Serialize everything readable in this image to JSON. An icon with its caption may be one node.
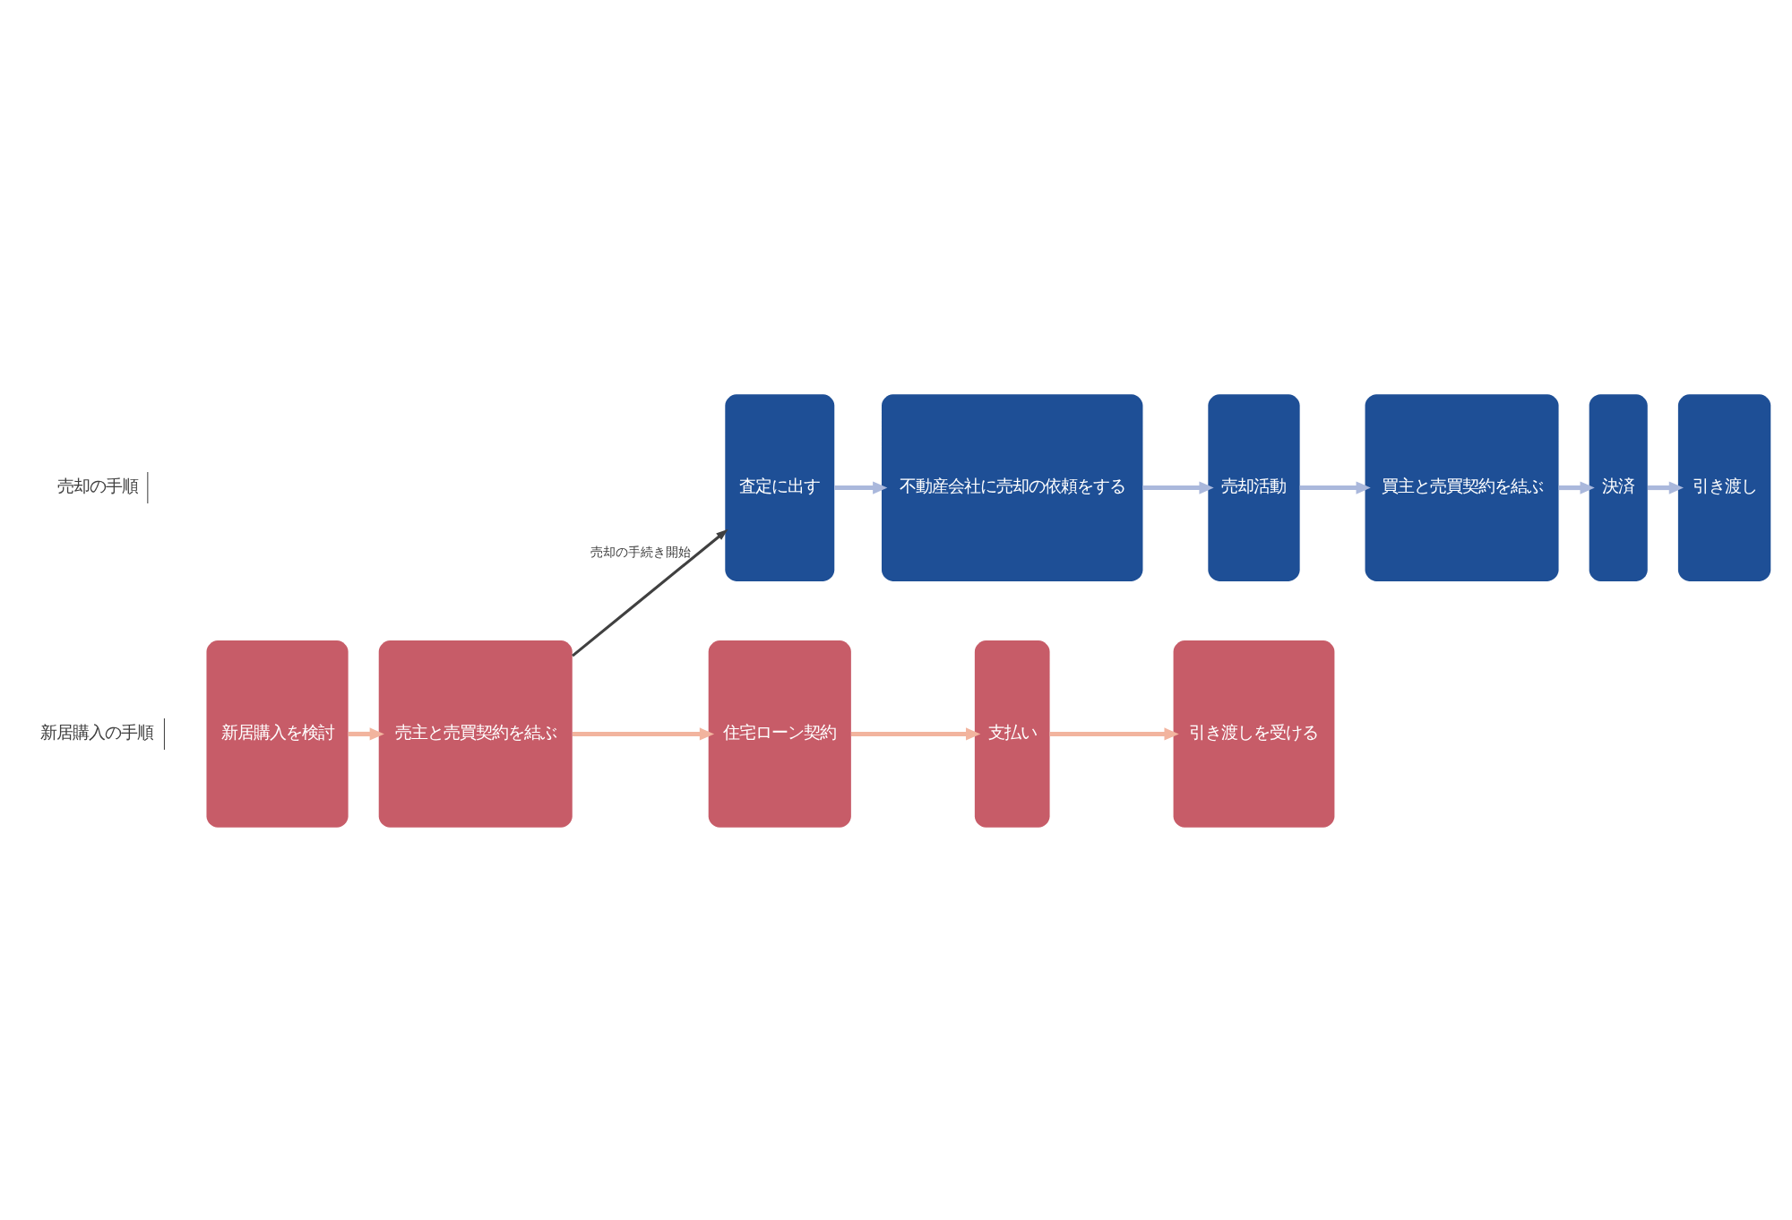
{
  "diagram": {
    "nodes": [
      {
        "text": [
          "査定に出す"
        ]
      },
      {
        "text": [
          "不動産会社に売却の依頼をする"
        ]
      },
      {
        "text": [
          "売却活動"
        ]
      },
      {
        "text": [
          "買主と売買契約を結ぶ"
        ]
      },
      {
        "text": [
          "決済"
        ]
      },
      {
        "text": [
          "引き渡し"
        ]
      },
      {
        "text": [
          "新居購入を検討"
        ]
      },
      {
        "text": [
          "売主と売買契約を結ぶ"
        ]
      },
      {
        "text": [
          "住宅ローン契約"
        ]
      },
      {
        "text": [
          "支払い"
        ]
      },
      {
        "text": [
          "引き渡しを受ける"
        ]
      }
    ],
    "edges": [
      {
        "from": 0,
        "to": 1,
        "arrow": "to",
        "color": "#aab8dc"
      },
      {
        "from": 1,
        "to": 2,
        "arrow": "to",
        "color": "#aab8dc"
      },
      {
        "from": 2,
        "to": 3,
        "arrow": "to",
        "color": "#aab8dc"
      },
      {
        "from": 3,
        "to": 4,
        "arrow": "to",
        "color": "#aab8dc"
      },
      {
        "from": 4,
        "to": 5,
        "arrow": "to",
        "color": "#aab8dc"
      },
      {
        "from": 6,
        "to": 7,
        "arrow": "to",
        "color": "#f2b49e"
      },
      {
        "from": 7,
        "to": 8,
        "arrow": "to",
        "color": "#f2b49e"
      },
      {
        "from": 8,
        "to": 9,
        "arrow": "to",
        "color": "#f2b49e"
      },
      {
        "from": 9,
        "to": 10,
        "arrow": "to",
        "color": "#f2b49e"
      },
      {
        "from": 7,
        "to": 0,
        "arrow": "to",
        "label": "売却の手続き開始",
        "color": "#404040"
      }
    ],
    "labels": [
      "売却の手順",
      "新居購入の手順"
    ]
  }
}
